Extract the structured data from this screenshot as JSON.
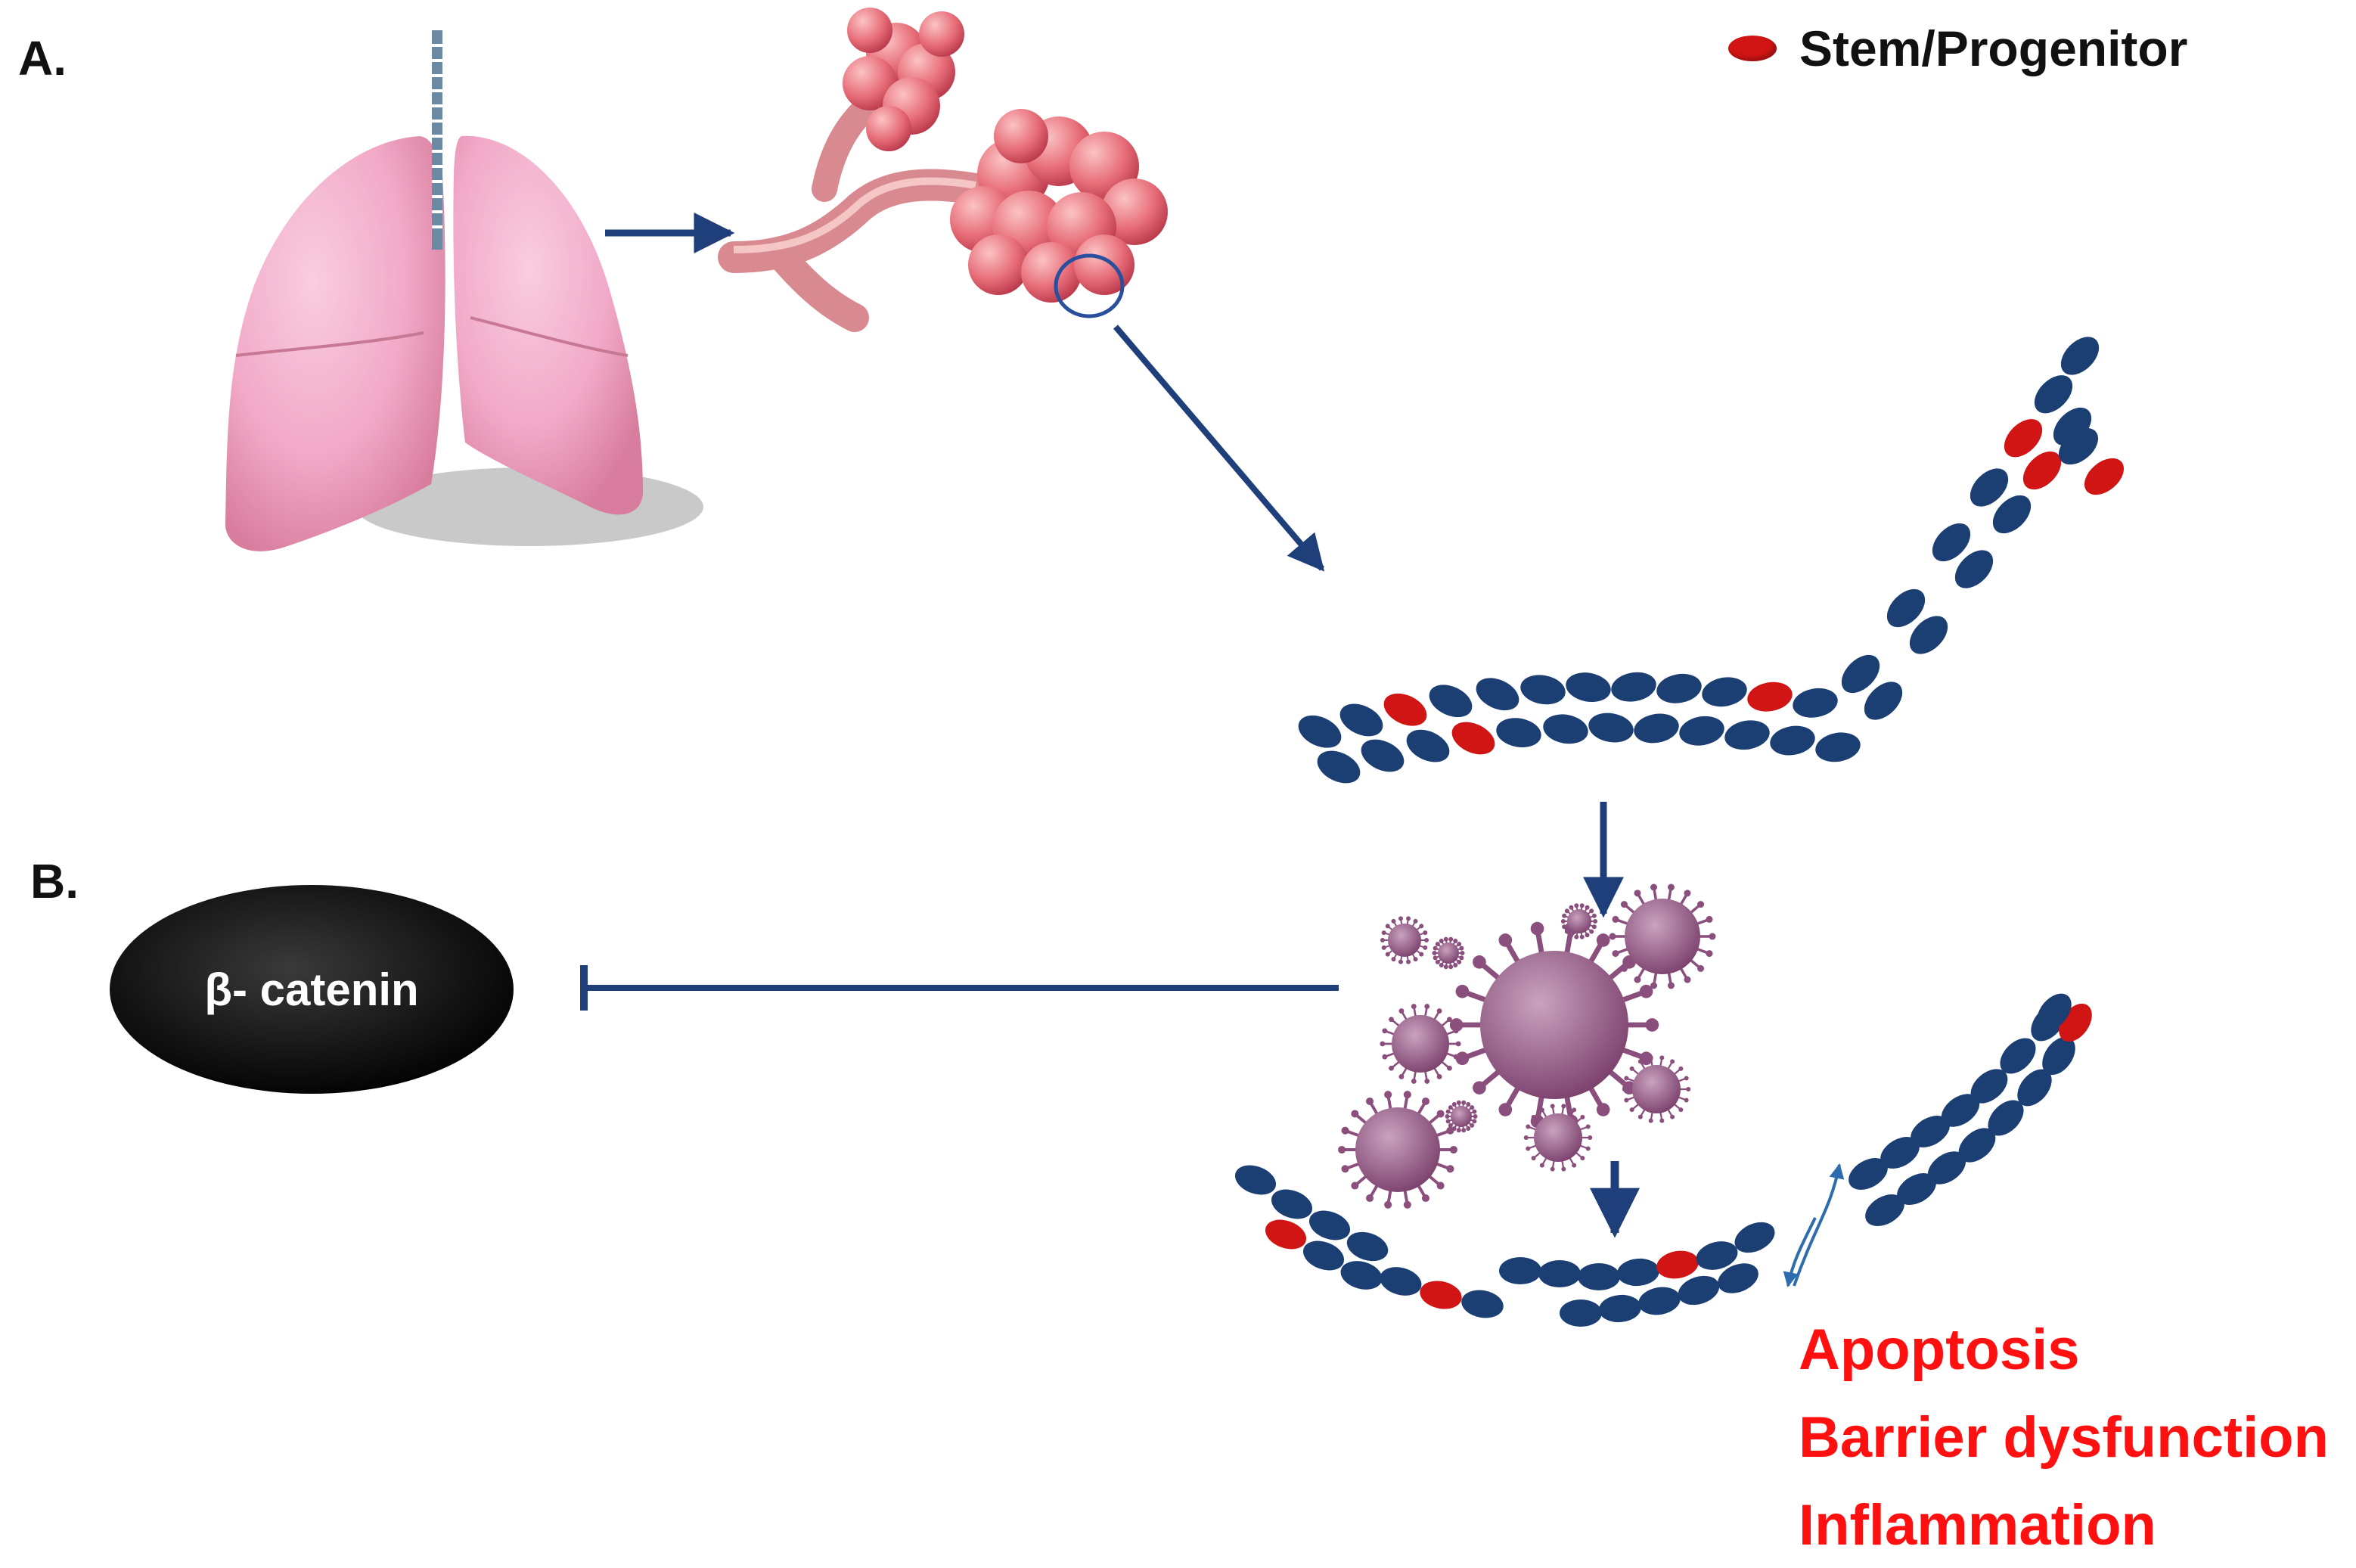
{
  "panels": {
    "a": "A.",
    "b": "B."
  },
  "legend": {
    "label": "Stem/Progenitor",
    "swatch_color": "#d11414"
  },
  "catenin": {
    "label": "β- catenin"
  },
  "outcomes": [
    "Apoptosis",
    "Barrier dysfunction",
    "Inflammation"
  ],
  "colors": {
    "cell": "#1c3f73",
    "stem_cell": "#d11414",
    "arrow": "#1f3f7a",
    "virus": "#8a4f7d",
    "lung": "#f1a9c1",
    "alveoli": "#e06d7b",
    "outcome_text": "#ff1010"
  },
  "icons": [
    "lungs-icon",
    "alveoli-icon",
    "virus-icon",
    "epithelial-cell-icon"
  ]
}
